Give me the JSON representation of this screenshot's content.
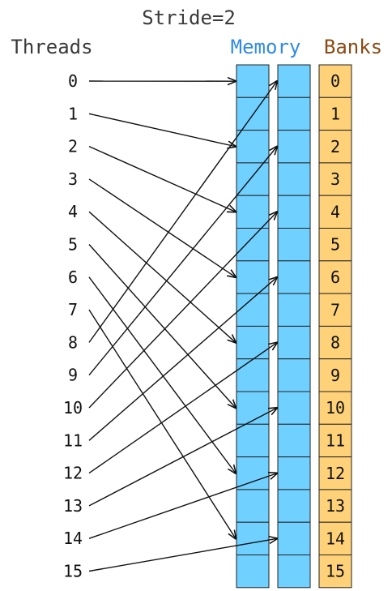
{
  "title": "Stride=2",
  "headers": {
    "threads": "Threads",
    "memory": "Memory",
    "banks": "Banks"
  },
  "colors": {
    "title_text": "#3a3a3a",
    "threads_header": "#3a3a3a",
    "memory_header": "#2f8be8",
    "banks_header": "#8a4a12",
    "memory_fill": "#70d0ff",
    "bank_fill": "#ffd27a",
    "arrow": "#111111"
  },
  "threads": [
    "0",
    "1",
    "2",
    "3",
    "4",
    "5",
    "6",
    "7",
    "8",
    "9",
    "10",
    "11",
    "12",
    "13",
    "14",
    "15"
  ],
  "banks": [
    "0",
    "1",
    "2",
    "3",
    "4",
    "5",
    "6",
    "7",
    "8",
    "9",
    "10",
    "11",
    "12",
    "13",
    "14",
    "15"
  ],
  "memory_columns": 2,
  "mapping": [
    {
      "thread": 0,
      "column": 0,
      "bank": 0
    },
    {
      "thread": 1,
      "column": 0,
      "bank": 2
    },
    {
      "thread": 2,
      "column": 0,
      "bank": 4
    },
    {
      "thread": 3,
      "column": 0,
      "bank": 6
    },
    {
      "thread": 4,
      "column": 0,
      "bank": 8
    },
    {
      "thread": 5,
      "column": 0,
      "bank": 10
    },
    {
      "thread": 6,
      "column": 0,
      "bank": 12
    },
    {
      "thread": 7,
      "column": 0,
      "bank": 14
    },
    {
      "thread": 8,
      "column": 1,
      "bank": 0
    },
    {
      "thread": 9,
      "column": 1,
      "bank": 2
    },
    {
      "thread": 10,
      "column": 1,
      "bank": 4
    },
    {
      "thread": 11,
      "column": 1,
      "bank": 6
    },
    {
      "thread": 12,
      "column": 1,
      "bank": 8
    },
    {
      "thread": 13,
      "column": 1,
      "bank": 10
    },
    {
      "thread": 14,
      "column": 1,
      "bank": 12
    },
    {
      "thread": 15,
      "column": 1,
      "bank": 14
    }
  ]
}
